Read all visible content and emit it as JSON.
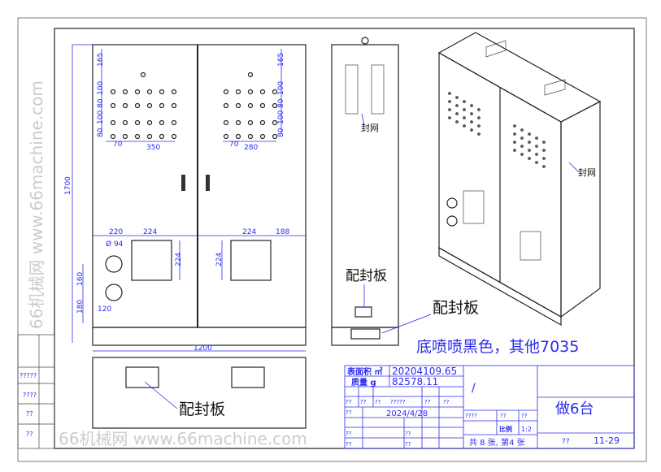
{
  "dimensions": {
    "front_height": "1700",
    "front_width": "1200",
    "top_165_left": "165",
    "top_165_right": "165",
    "row_gaps_left": [
      "100",
      "80",
      "100",
      "80"
    ],
    "row_gaps_right": [
      "100",
      "80",
      "100",
      "80"
    ],
    "left_70": "70",
    "left_350": "350",
    "right_70": "70",
    "right_280": "280",
    "d220": "220",
    "d224_a": "224",
    "d224_b": "224",
    "d224_c": "224",
    "d224_d": "224",
    "d188": "188",
    "dia94": "Ø 94",
    "d160": "160",
    "d180": "180",
    "d120": "120"
  },
  "labels": {
    "seal_plate_1": "配封板",
    "seal_plate_2": "配封板",
    "seal_plate_3": "配封板",
    "seal_net_1": "封网",
    "seal_net_2": "封网",
    "note": "底喷喷黑色，其他7035"
  },
  "watermarks": [
    "66机械网 www.66machine.com",
    "66机械网 www.66machine.com"
  ],
  "title_block": {
    "surface_area_label": "表面积 ㎡",
    "surface_area": "20204109.65",
    "mass_label": "质量 g",
    "mass": "82578.11",
    "slash": "/",
    "qty": "做6台",
    "row_labels": [
      "??",
      "??",
      "??",
      "?????",
      "??",
      "??"
    ],
    "date_label": "??",
    "date": "2024/4/28",
    "r1": "??",
    "r2": "??",
    "r3": "??",
    "r4": "??",
    "c1": "????",
    "c2": "??",
    "c3": "??",
    "scale_label": "比例",
    "scale": "1:2",
    "sheets": "共 8 张, 第4 张",
    "drawn": "??",
    "drawing_no": "11-29"
  },
  "left_table": [
    "?????",
    "????",
    "??",
    "??"
  ]
}
